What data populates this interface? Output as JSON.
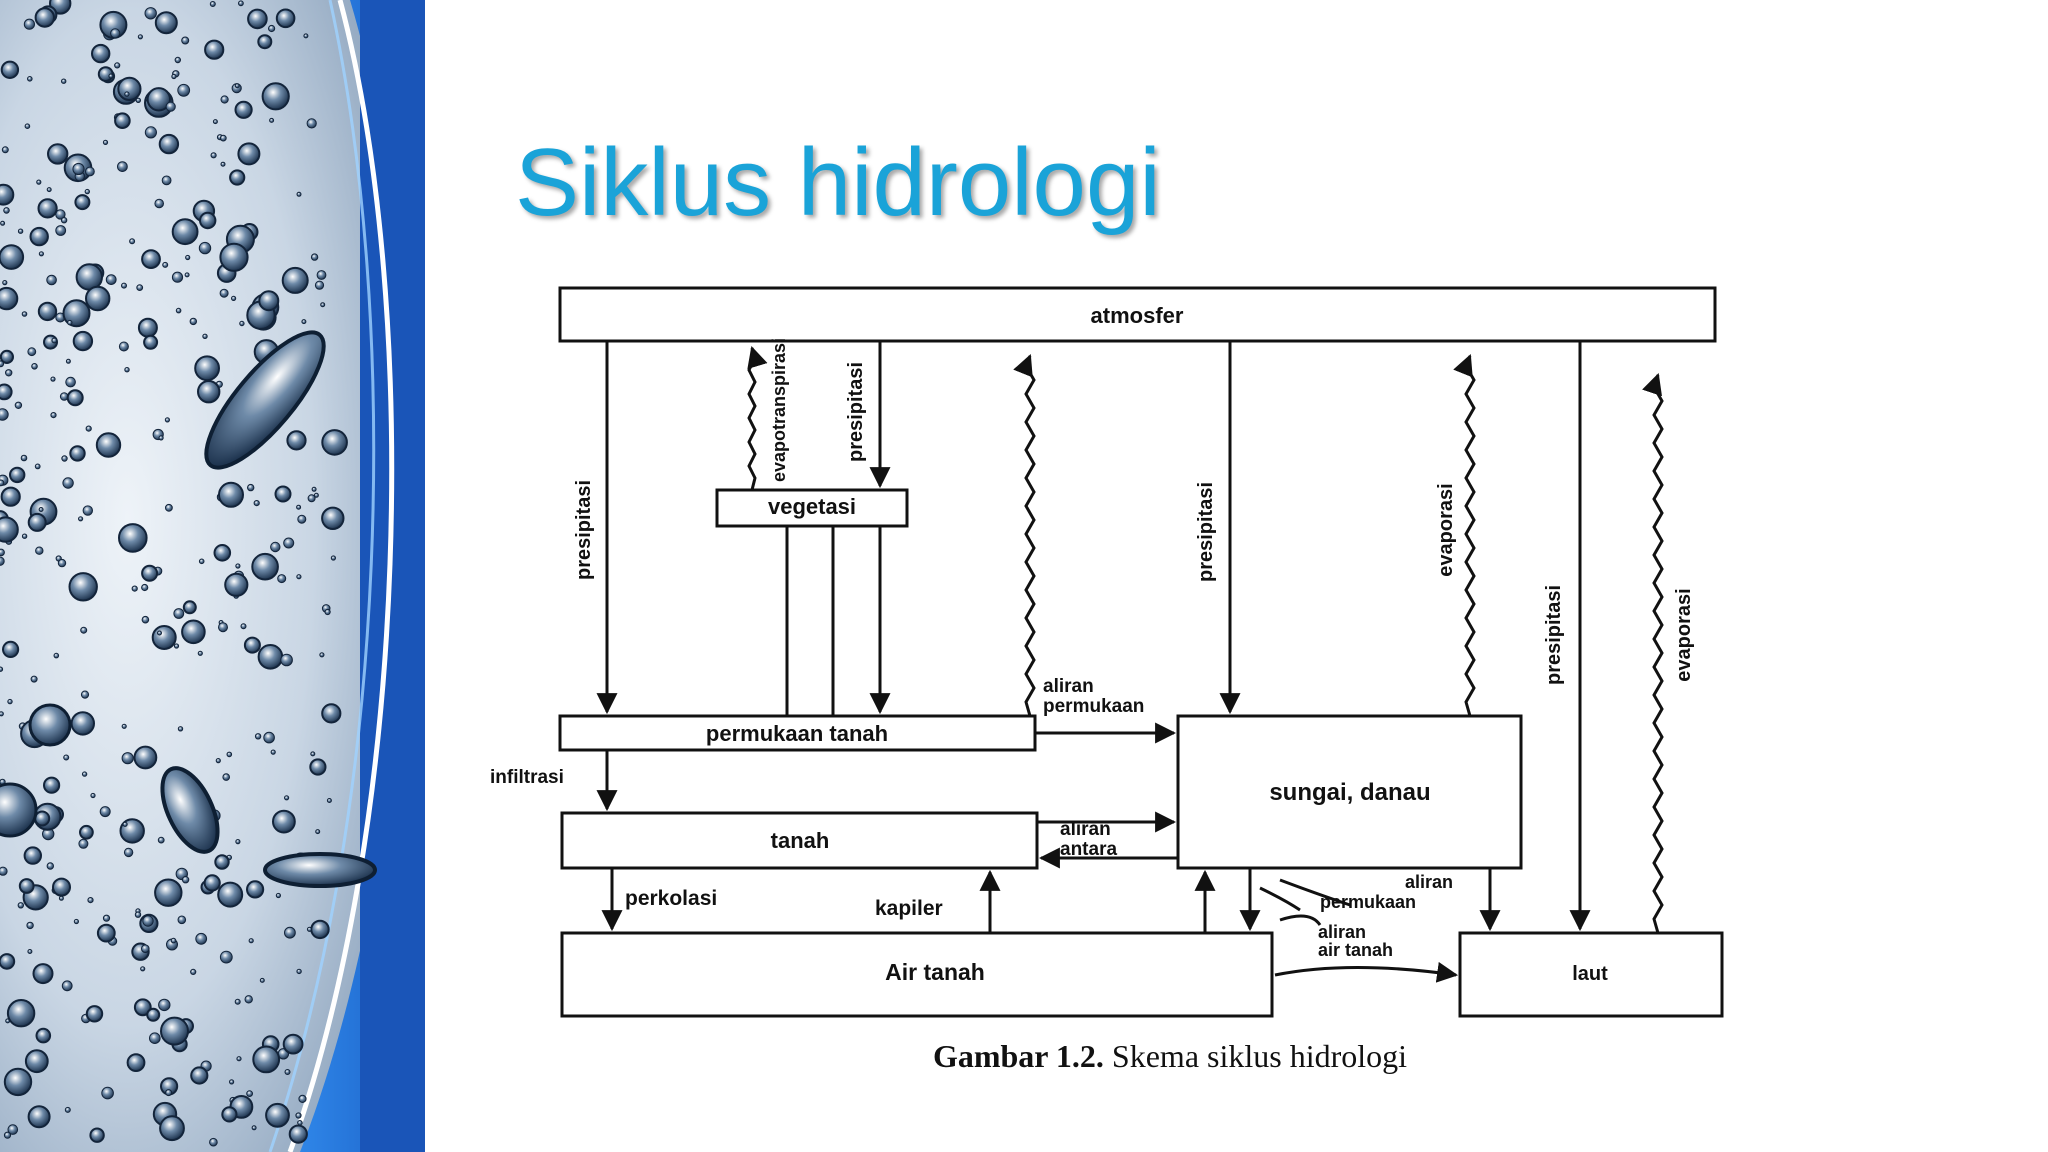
{
  "slide": {
    "title": "Siklus hidrologi",
    "title_color": "#1aa3d8"
  },
  "decor": {
    "left_panel_image": "water-drops-photo",
    "accent_blue": "#1e6fd0",
    "dark_blue": "#154ea8"
  },
  "diagram": {
    "boxes": {
      "atmosfer": "atmosfer",
      "vegetasi": "vegetasi",
      "permukaan_tanah": "permukaan tanah",
      "tanah": "tanah",
      "sungai_danau": "sungai, danau",
      "air_tanah": "Air tanah",
      "laut": "laut"
    },
    "labels": {
      "presipitasi_1": "presipitasi",
      "evapotranspirasi": "evapotranspirasi",
      "presipitasi_2": "presipitasi",
      "presipitasi_3": "presipitasi",
      "evaporasi_1": "evaporasi",
      "presipitasi_4": "presipitasi",
      "evaporasi_2": "evaporasi",
      "aliran_permukaan_1a": "aliran",
      "aliran_permukaan_1b": "permukaan",
      "infiltrasi": "infiltrasi",
      "aliran_antara_a": "aliran",
      "aliran_antara_b": "antara",
      "perkolasi": "perkolasi",
      "kapiler": "kapiler",
      "aliran_permukaan_2a": "aliran",
      "aliran_permukaan_2b": "permukaan",
      "aliran_air_tanah_a": "aliran",
      "aliran_air_tanah_b": "air tanah"
    },
    "caption_prefix": "Gambar 1.2.",
    "caption_text": " Skema siklus hidrologi"
  }
}
